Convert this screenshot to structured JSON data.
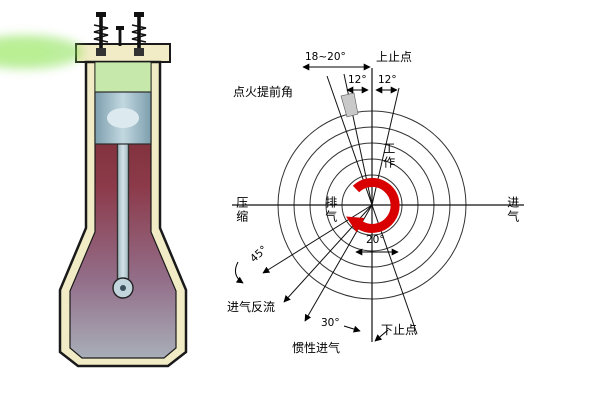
{
  "figure": {
    "description": "engine-cylinder-cross-section-with-timing-circle-diagram"
  },
  "timing_diagram": {
    "labels": {
      "tdc": "上止点",
      "bdc": "下止点",
      "advance_range": "18~20°",
      "angle_12_left": "12°",
      "angle_12_right": "12°",
      "ignition_advance": "点火提前角",
      "work": "工作",
      "compression": "压缩",
      "exhaust": "排气",
      "intake": "进气",
      "angle_20": "20°",
      "angle_45": "45°",
      "angle_30": "30°",
      "intake_backflow": "进气反流",
      "inertia_intake": "惯性进气"
    },
    "colors": {
      "rotation_arrow": "#d80000",
      "engine_wall": "#f2ecc6",
      "combustion_chamber": "#c6e9ab",
      "piston": "#9fbccb"
    }
  }
}
